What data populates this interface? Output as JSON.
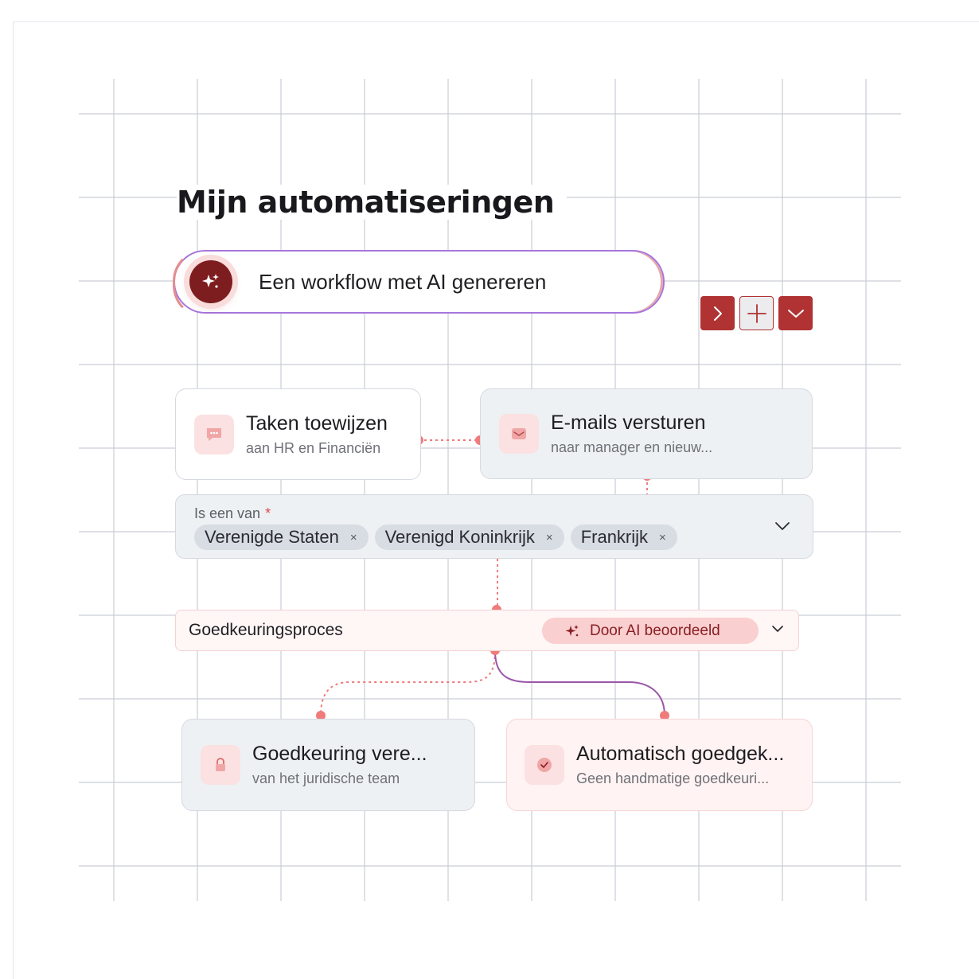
{
  "page": {
    "title": "Mijn automatiseringen"
  },
  "ai_prompt": {
    "placeholder": "Een workflow met AI genereren",
    "icon": "sparkle-icon"
  },
  "toolbar": {
    "buttons": [
      {
        "icon": "chevron-right-icon"
      },
      {
        "icon": "plus-icon"
      },
      {
        "icon": "chevron-down-icon"
      }
    ]
  },
  "nodes": {
    "assign_tasks": {
      "title": "Taken toewijzen",
      "subtitle": "aan HR en Financiën",
      "icon": "chat-bubble-icon"
    },
    "send_emails": {
      "title": "E-mails versturen",
      "subtitle": "naar manager en nieuw...",
      "icon": "envelope-icon"
    },
    "approval_required": {
      "title": "Goedkeuring vere...",
      "subtitle": "van het juridische team",
      "icon": "lock-icon"
    },
    "auto_approved": {
      "title": "Automatisch goedgek...",
      "subtitle": "Geen handmatige goedkeuri...",
      "icon": "check-circle-icon"
    }
  },
  "condition": {
    "label": "Is een van",
    "required_mark": "*",
    "chips": [
      {
        "label": "Verenigde Staten",
        "remove": "×"
      },
      {
        "label": "Verenigd Koninkrijk",
        "remove": "×"
      },
      {
        "label": "Frankrijk",
        "remove": "×"
      }
    ]
  },
  "approval": {
    "label": "Goedkeuringsproces",
    "badge": "Door AI beoordeeld"
  },
  "colors": {
    "accent_dark_red": "#7e1d1f",
    "accent_red": "#b03232",
    "connector_dot": "#ef7b7b",
    "connector_purple": "#9a57a8",
    "input_border": "#a675dd"
  }
}
